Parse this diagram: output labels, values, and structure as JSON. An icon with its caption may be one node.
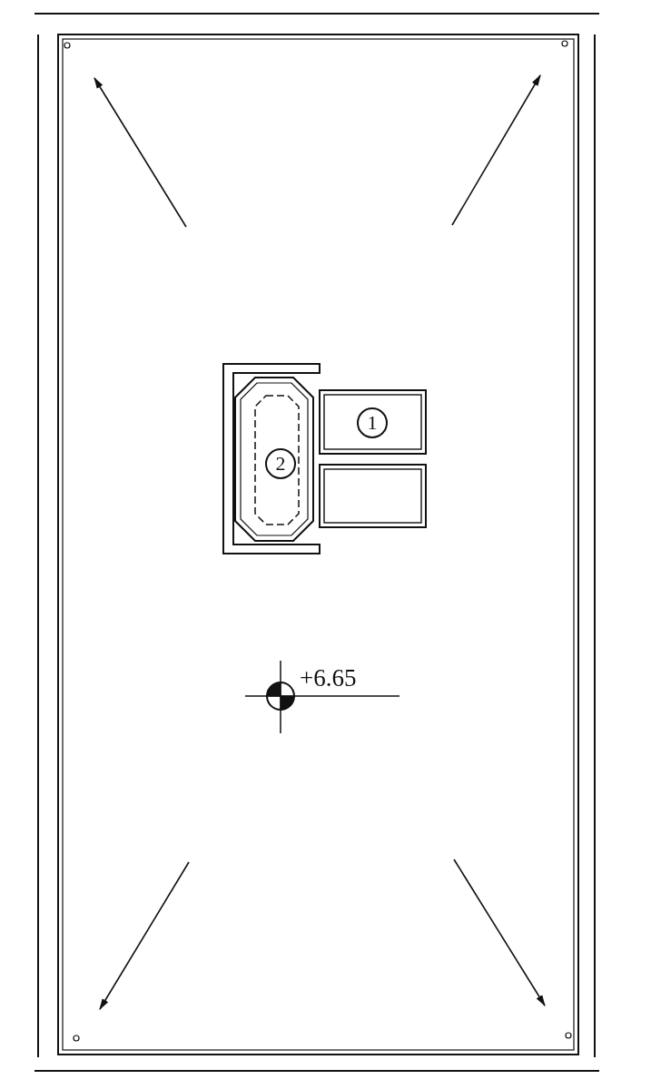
{
  "diagram": {
    "labels": [
      "1",
      "2",
      "+6.65"
    ]
  }
}
